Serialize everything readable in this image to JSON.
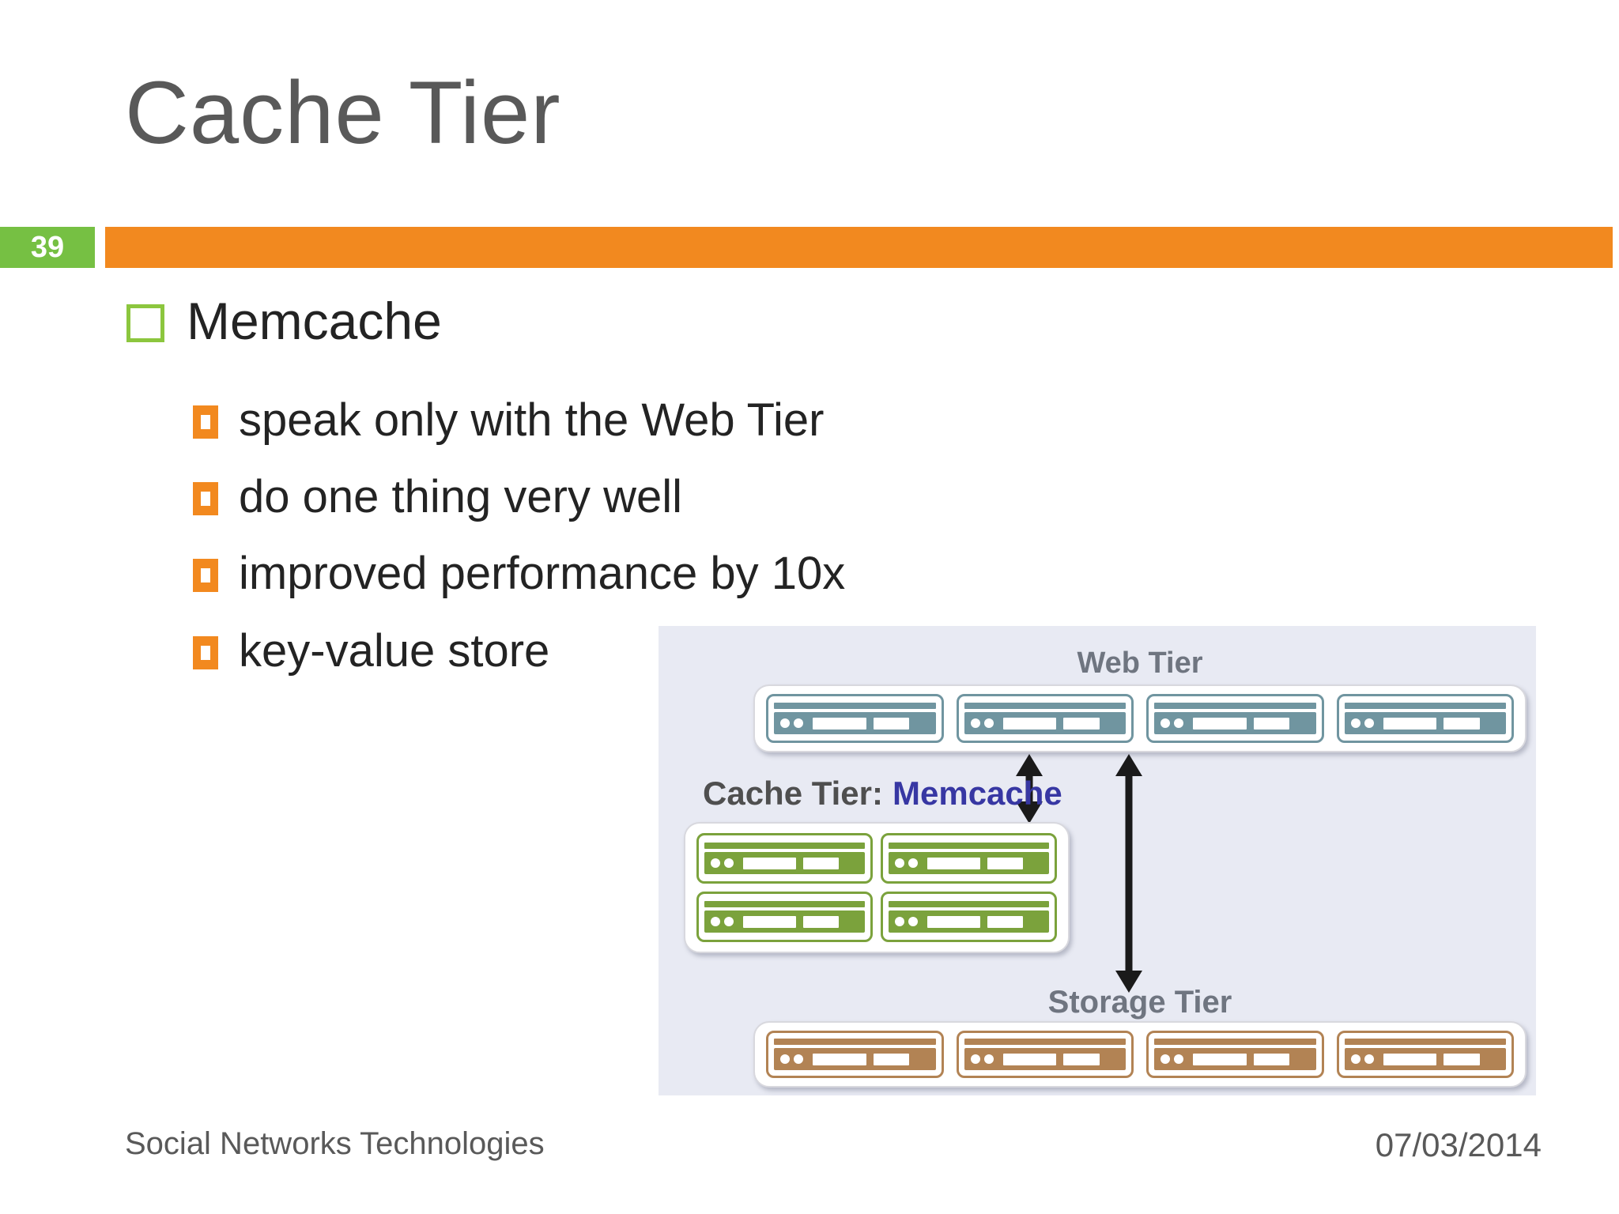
{
  "slide": {
    "title": "Cache Tier",
    "page_number": "39",
    "footer": {
      "left": "Social Networks Technologies",
      "right": "07/03/2014"
    }
  },
  "content": {
    "bullet": "Memcache",
    "sub_bullets": [
      "speak only with the Web Tier",
      "do one thing very well",
      "improved performance by 10x",
      "key-value store"
    ]
  },
  "diagram": {
    "web_tier": {
      "label": "Web Tier",
      "server_count": 4
    },
    "cache_tier": {
      "label": "Cache Tier:",
      "highlight": "Memcache",
      "server_count": 4
    },
    "storage_tier": {
      "label": "Storage Tier",
      "server_count": 4
    }
  },
  "colors": {
    "accent_orange": "#F2891F",
    "accent_green": "#76C043",
    "bullet_outline_green": "#8CC63E",
    "title_gray": "#595959",
    "text_dark": "#232323",
    "footer_gray": "#595959",
    "panel_bg": "#E8EAF3",
    "web_teal": "#7095A0",
    "cache_green": "#7BA23C",
    "storage_brown": "#B28354",
    "tier_label_gray": "#6F7580",
    "cache_label_gray": "#4F4F4F",
    "memcache_blue": "#3737A3",
    "arrow_black": "#1A1A1A"
  }
}
